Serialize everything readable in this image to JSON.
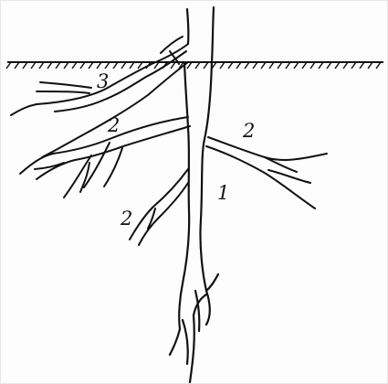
{
  "diagram": {
    "labels": {
      "taproot": "1",
      "lateral_upper_left": "2",
      "lateral_upper_right": "2",
      "lateral_lower_left": "2",
      "adventitious": "3"
    },
    "stroke_color": "#111111",
    "background_color": "#ffffff"
  }
}
